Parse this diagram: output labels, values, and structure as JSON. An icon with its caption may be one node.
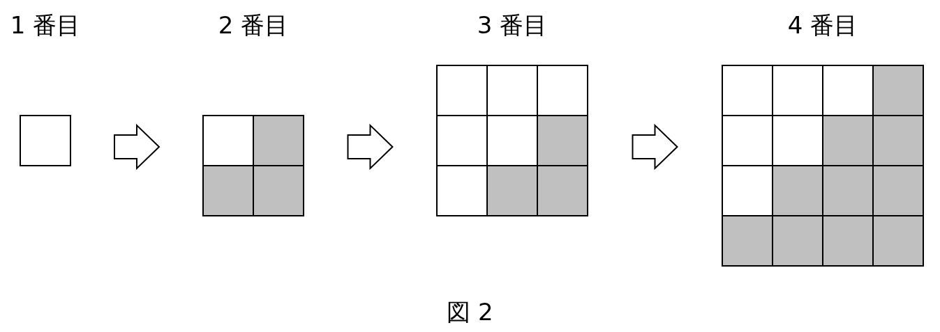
{
  "diagram": {
    "caption": "図 2",
    "nodes": [
      {
        "text": [
          "1 番目"
        ]
      },
      {
        "text": [
          "2 番目"
        ]
      },
      {
        "text": [
          "3 番目"
        ]
      },
      {
        "text": [
          "4 番目"
        ]
      }
    ],
    "edges": [
      {
        "from": 0,
        "to": 1,
        "arrow": "to"
      },
      {
        "from": 1,
        "to": 2,
        "arrow": "to"
      },
      {
        "from": 2,
        "to": 3,
        "arrow": "to"
      }
    ]
  }
}
